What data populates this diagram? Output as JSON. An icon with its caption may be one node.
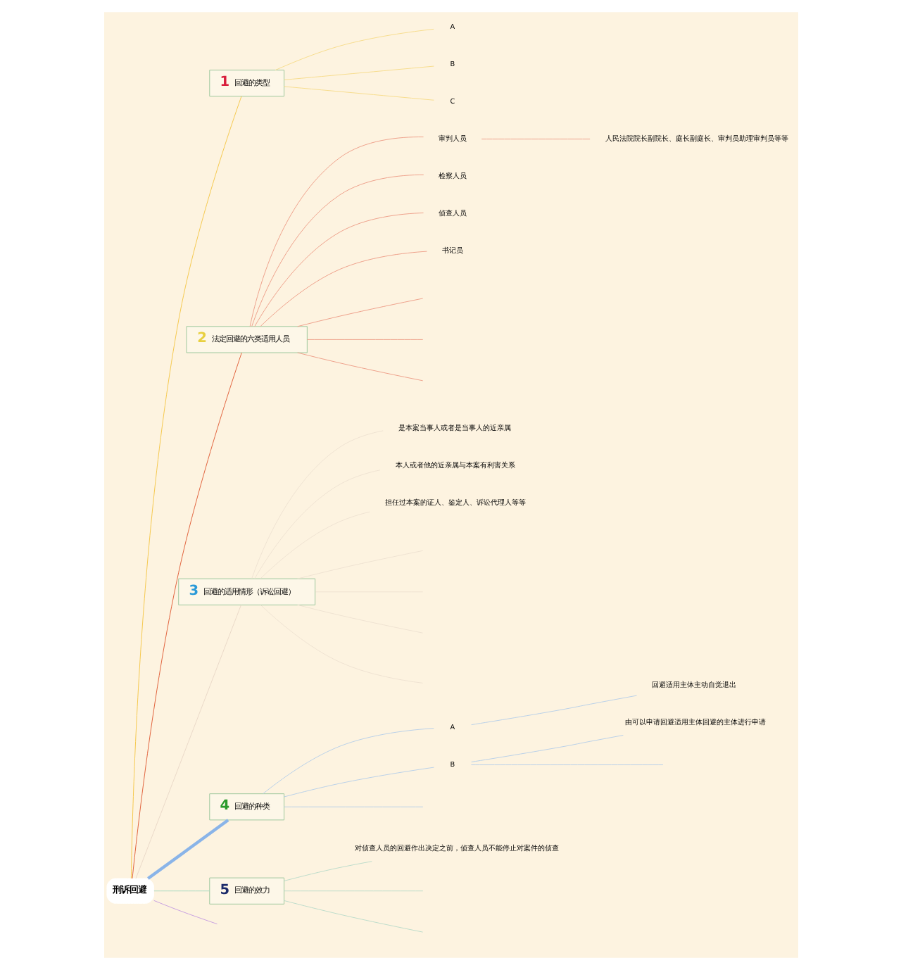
{
  "diagram": {
    "nodes": [
      {
        "text": [
          "刑诉回避"
        ]
      },
      {
        "text": [
          "1",
          "回避的类型"
        ]
      },
      {
        "text": [
          "A"
        ]
      },
      {
        "text": [
          "B"
        ]
      },
      {
        "text": [
          "C"
        ]
      },
      {
        "text": [
          "2",
          "法定回避的六类适用人员"
        ]
      },
      {
        "text": [
          "审判人员"
        ]
      },
      {
        "text": [
          "人民法院院长副院长、庭长副庭长、审判员助理审判员等等"
        ]
      },
      {
        "text": [
          "检察人员"
        ]
      },
      {
        "text": [
          "侦查人员"
        ]
      },
      {
        "text": [
          "书记员"
        ]
      },
      {
        "text": [
          "3",
          "回避的适用情形（诉讼回避）"
        ]
      },
      {
        "text": [
          "是本案当事人或者是当事人的近亲属"
        ]
      },
      {
        "text": [
          "本人或者他的近亲属与本案有利害关系"
        ]
      },
      {
        "text": [
          "担任过本案的证人、鉴定人、诉讼代理人等等"
        ]
      },
      {
        "text": [
          "4",
          "回避的种类"
        ]
      },
      {
        "text": [
          "A"
        ]
      },
      {
        "text": [
          "回避适用主体主动自觉退出"
        ]
      },
      {
        "text": [
          "B"
        ]
      },
      {
        "text": [
          "由可以申请回避适用主体回避的主体进行申请"
        ]
      },
      {
        "text": [
          "5",
          "回避的效力"
        ]
      },
      {
        "text": [
          "对侦查人员的回避作出决定之前，侦查人员不能停止对案件的侦查"
        ]
      }
    ],
    "edges": [
      {
        "from": 0,
        "to": 1,
        "arrow": "none",
        "color": "#f5c84c"
      },
      {
        "from": 1,
        "to": 2,
        "arrow": "none",
        "color": "#f7dc8c"
      },
      {
        "from": 1,
        "to": 3,
        "arrow": "none",
        "color": "#f7dc8c"
      },
      {
        "from": 1,
        "to": 4,
        "arrow": "none",
        "color": "#f7dc8c"
      },
      {
        "from": 0,
        "to": 5,
        "arrow": "none",
        "color": "#e0603a"
      },
      {
        "from": 5,
        "to": 6,
        "arrow": "none",
        "color": "#eea08a"
      },
      {
        "from": 6,
        "to": 7,
        "arrow": "none",
        "color": "#eea08a"
      },
      {
        "from": 5,
        "to": 8,
        "arrow": "none",
        "color": "#eea08a"
      },
      {
        "from": 5,
        "to": 9,
        "arrow": "none",
        "color": "#eea08a"
      },
      {
        "from": 5,
        "to": 10,
        "arrow": "none",
        "color": "#eea08a"
      },
      {
        "from": 5,
        "to": null,
        "arrow": "none",
        "color": "#eea08a"
      },
      {
        "from": 5,
        "to": null,
        "arrow": "none",
        "color": "#eea08a"
      },
      {
        "from": 5,
        "to": null,
        "arrow": "none",
        "color": "#eea08a"
      },
      {
        "from": 0,
        "to": 11,
        "arrow": "none",
        "color": "#ead8c8"
      },
      {
        "from": 11,
        "to": 12,
        "arrow": "none",
        "color": "#efe2d2"
      },
      {
        "from": 11,
        "to": 13,
        "arrow": "none",
        "color": "#efe2d2"
      },
      {
        "from": 11,
        "to": 14,
        "arrow": "none",
        "color": "#efe2d2"
      },
      {
        "from": 11,
        "to": null,
        "arrow": "none",
        "color": "#efe2d2"
      },
      {
        "from": 11,
        "to": null,
        "arrow": "none",
        "color": "#efe2d2"
      },
      {
        "from": 11,
        "to": null,
        "arrow": "none",
        "color": "#efe2d2"
      },
      {
        "from": 11,
        "to": null,
        "arrow": "none",
        "color": "#efe2d2"
      },
      {
        "from": 0,
        "to": 15,
        "arrow": "none",
        "style": "thick",
        "color": "#8ab4e8"
      },
      {
        "from": 15,
        "to": 16,
        "arrow": "none",
        "color": "#b8d0e8"
      },
      {
        "from": 16,
        "to": 17,
        "arrow": "none",
        "color": "#b8d0e8"
      },
      {
        "from": 15,
        "to": 18,
        "arrow": "none",
        "color": "#b8d0e8"
      },
      {
        "from": 18,
        "to": 19,
        "arrow": "none",
        "color": "#b8d0e8"
      },
      {
        "from": 18,
        "to": null,
        "arrow": "none",
        "color": "#b8d0e8"
      },
      {
        "from": 15,
        "to": null,
        "arrow": "none",
        "color": "#b8d0e8"
      },
      {
        "from": 0,
        "to": 20,
        "arrow": "none",
        "color": "#a8d8c0"
      },
      {
        "from": 20,
        "to": 21,
        "arrow": "none",
        "color": "#bcdccb"
      },
      {
        "from": 20,
        "to": null,
        "arrow": "none",
        "color": "#bcdccb"
      },
      {
        "from": 20,
        "to": null,
        "arrow": "none",
        "color": "#bcdccb"
      },
      {
        "from": 0,
        "to": null,
        "arrow": "none",
        "color": "#c8a0e0"
      }
    ]
  }
}
